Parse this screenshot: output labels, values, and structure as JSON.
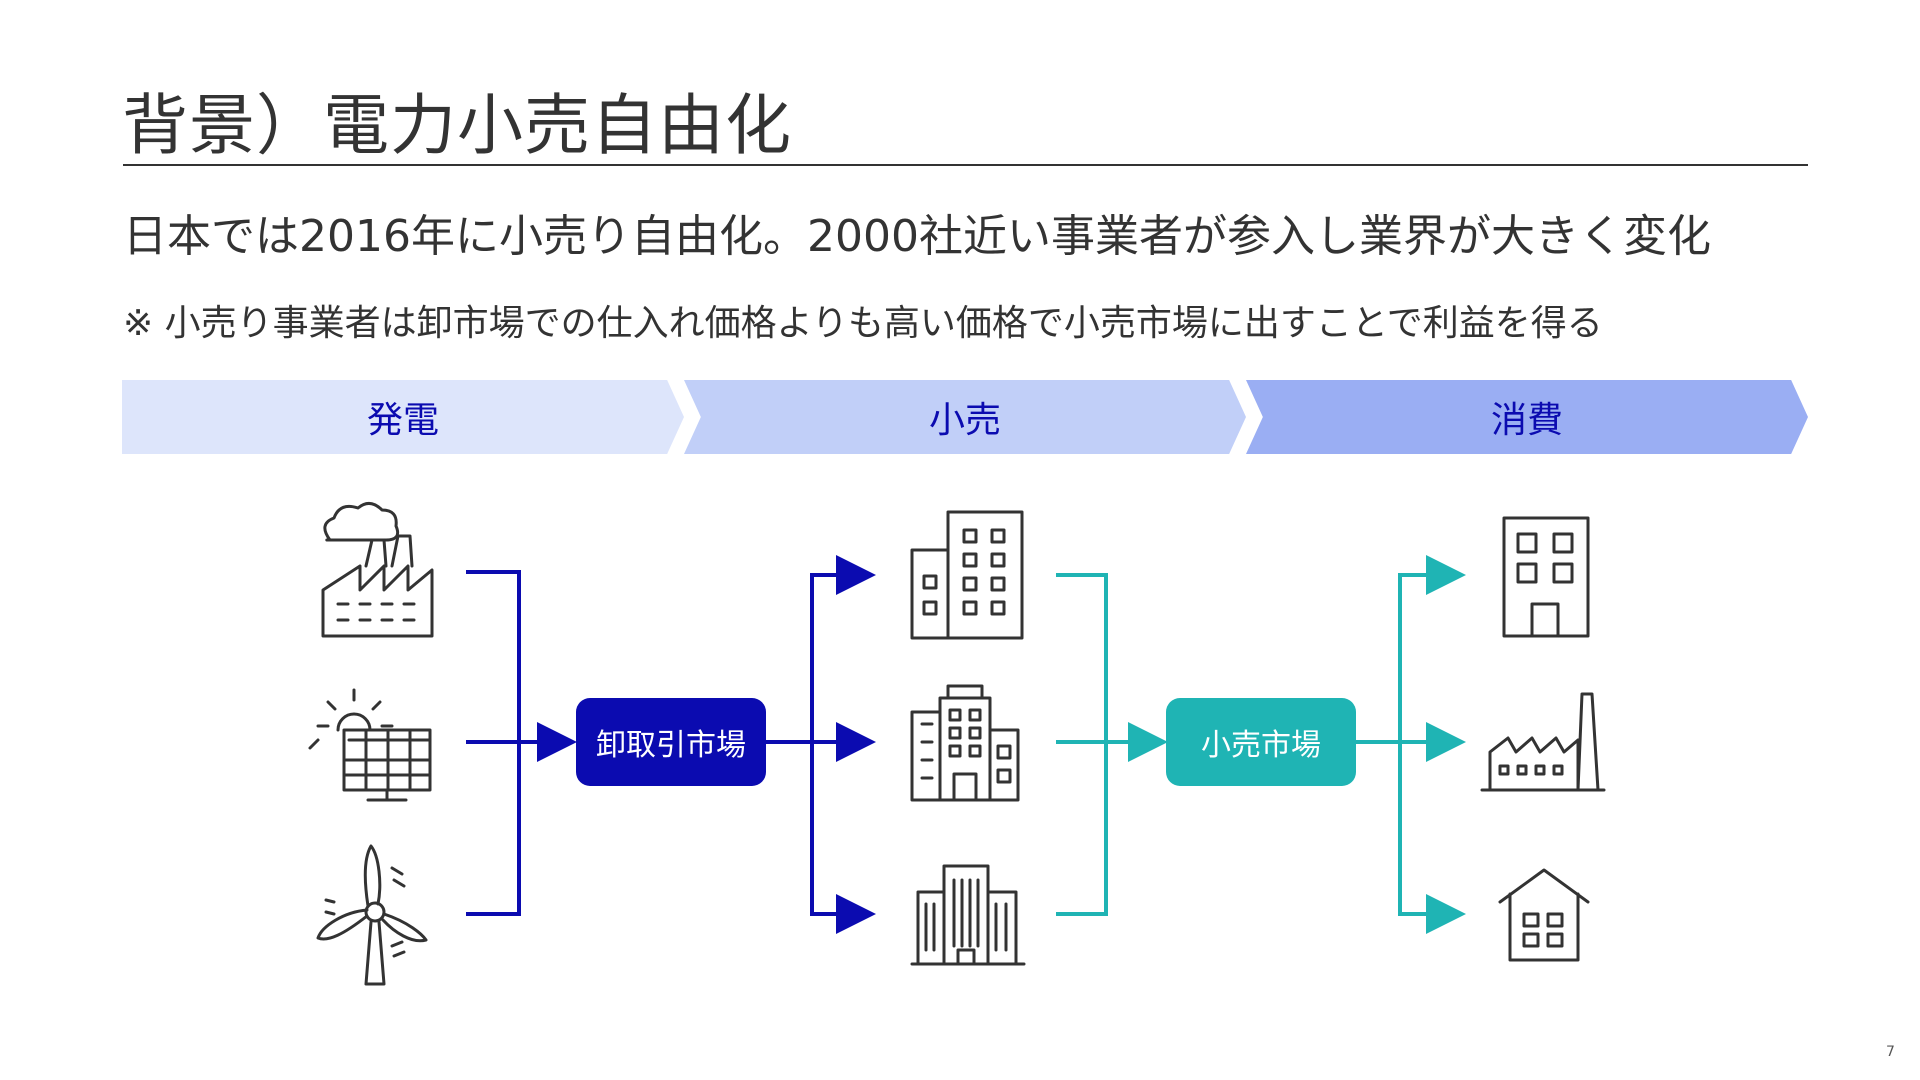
{
  "title": "背景）電力小売自由化",
  "subtitle": "日本では2016年に小売り自由化。2000社近い事業者が参入し業界が大きく変化",
  "note": "※ 小売り事業者は卸市場での仕入れ価格よりも高い価格で小売市場に出すことで利益を得る",
  "stages": [
    {
      "label": "発電"
    },
    {
      "label": "小売"
    },
    {
      "label": "消費"
    }
  ],
  "markets": {
    "wholesale": "卸取引市場",
    "retail": "小売市場"
  },
  "icons": {
    "generation": [
      "factory-cloud-icon",
      "solar-panel-icon",
      "wind-turbine-icon"
    ],
    "retailers": [
      "office-building-icon",
      "office-building-icon",
      "office-building-icon"
    ],
    "consumers": [
      "building-icon",
      "factory-icon",
      "house-icon"
    ]
  },
  "colors": {
    "wholesale": "#0b0bb0",
    "retail": "#1fb4b4",
    "stage_generation": "#dde5fb",
    "stage_retail": "#c1cff8",
    "stage_consumption": "#9aaef3"
  },
  "page_number": "7"
}
